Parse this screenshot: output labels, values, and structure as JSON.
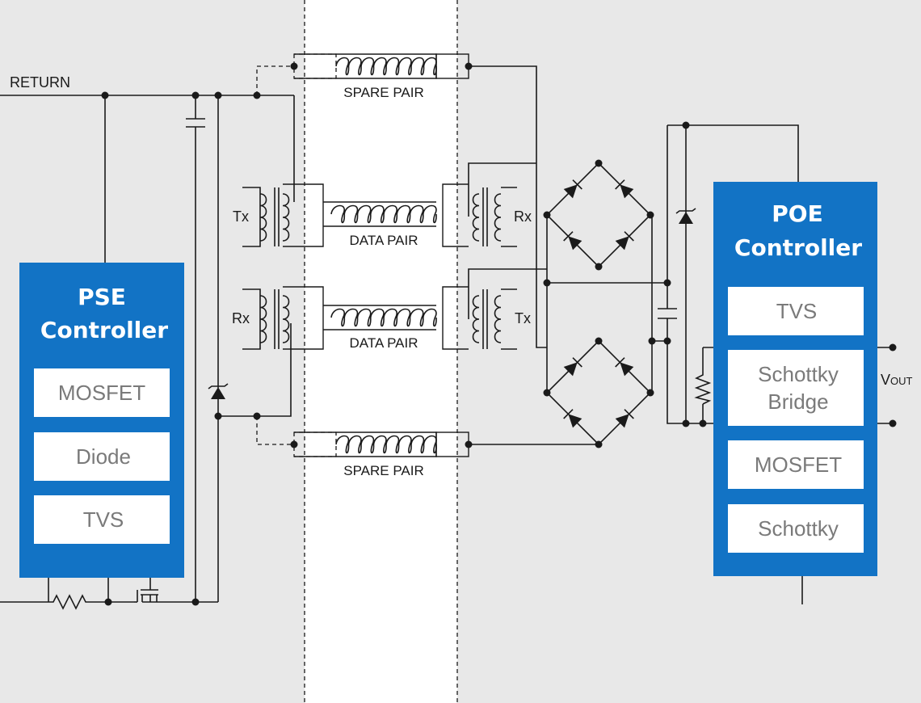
{
  "return_label": "RETURN",
  "pairs": {
    "spare_top": "SPARE PAIR",
    "data_top": "DATA PAIR",
    "data_bottom": "DATA PAIR",
    "spare_bottom": "SPARE PAIR"
  },
  "transformers": {
    "left_top": "Tx",
    "left_bottom": "Rx",
    "right_top": "Rx",
    "right_bottom": "Tx"
  },
  "pse": {
    "title_line1": "PSE",
    "title_line2": "Controller",
    "components": [
      "MOSFET",
      "Diode",
      "TVS"
    ]
  },
  "poe": {
    "title_line1": "POE",
    "title_line2": "Controller",
    "components": [
      "TVS",
      "Schottky",
      "Bridge",
      "MOSFET",
      "Schottky"
    ]
  },
  "vout": {
    "v": "V",
    "sub": "OUT"
  },
  "colors": {
    "controller_blue": "#1273c5",
    "background": "#e8e8e8",
    "cable_band": "#ffffff"
  }
}
